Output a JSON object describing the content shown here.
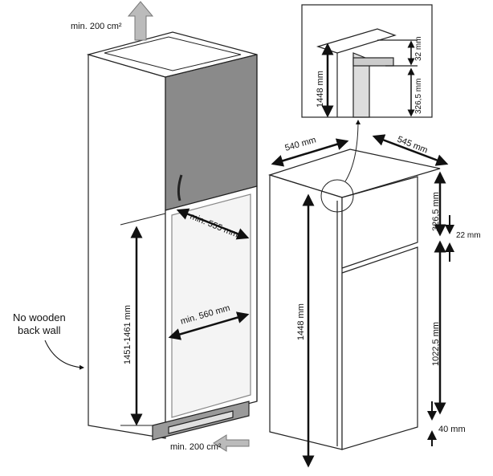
{
  "cabinet": {
    "vent_top_label": "min. 200 cm²",
    "vent_bottom_label": "min. 200 cm²",
    "depth_label": "min. 555 mm",
    "width_label": "min. 560 mm",
    "niche_height_label": "1451-1461 mm",
    "note_line1": "No wooden",
    "note_line2": "back wall"
  },
  "fridge": {
    "width_label": "540 mm",
    "depth_label": "545 mm",
    "height_label": "1448 mm",
    "freezer_height_label": "326,5 mm",
    "gap_label": "22 mm",
    "fridge_height_label": "1022,5 mm",
    "bottom_label": "40 mm"
  },
  "detail": {
    "height_label": "1448 mm",
    "top_label": "32 mm",
    "lower_label": "326,5 mm"
  },
  "colors": {
    "line": "#222222",
    "door_grey": "#8a8a8a",
    "plinth_grey": "#9a9a9a",
    "arrow_grey": "#bbbbbb"
  }
}
